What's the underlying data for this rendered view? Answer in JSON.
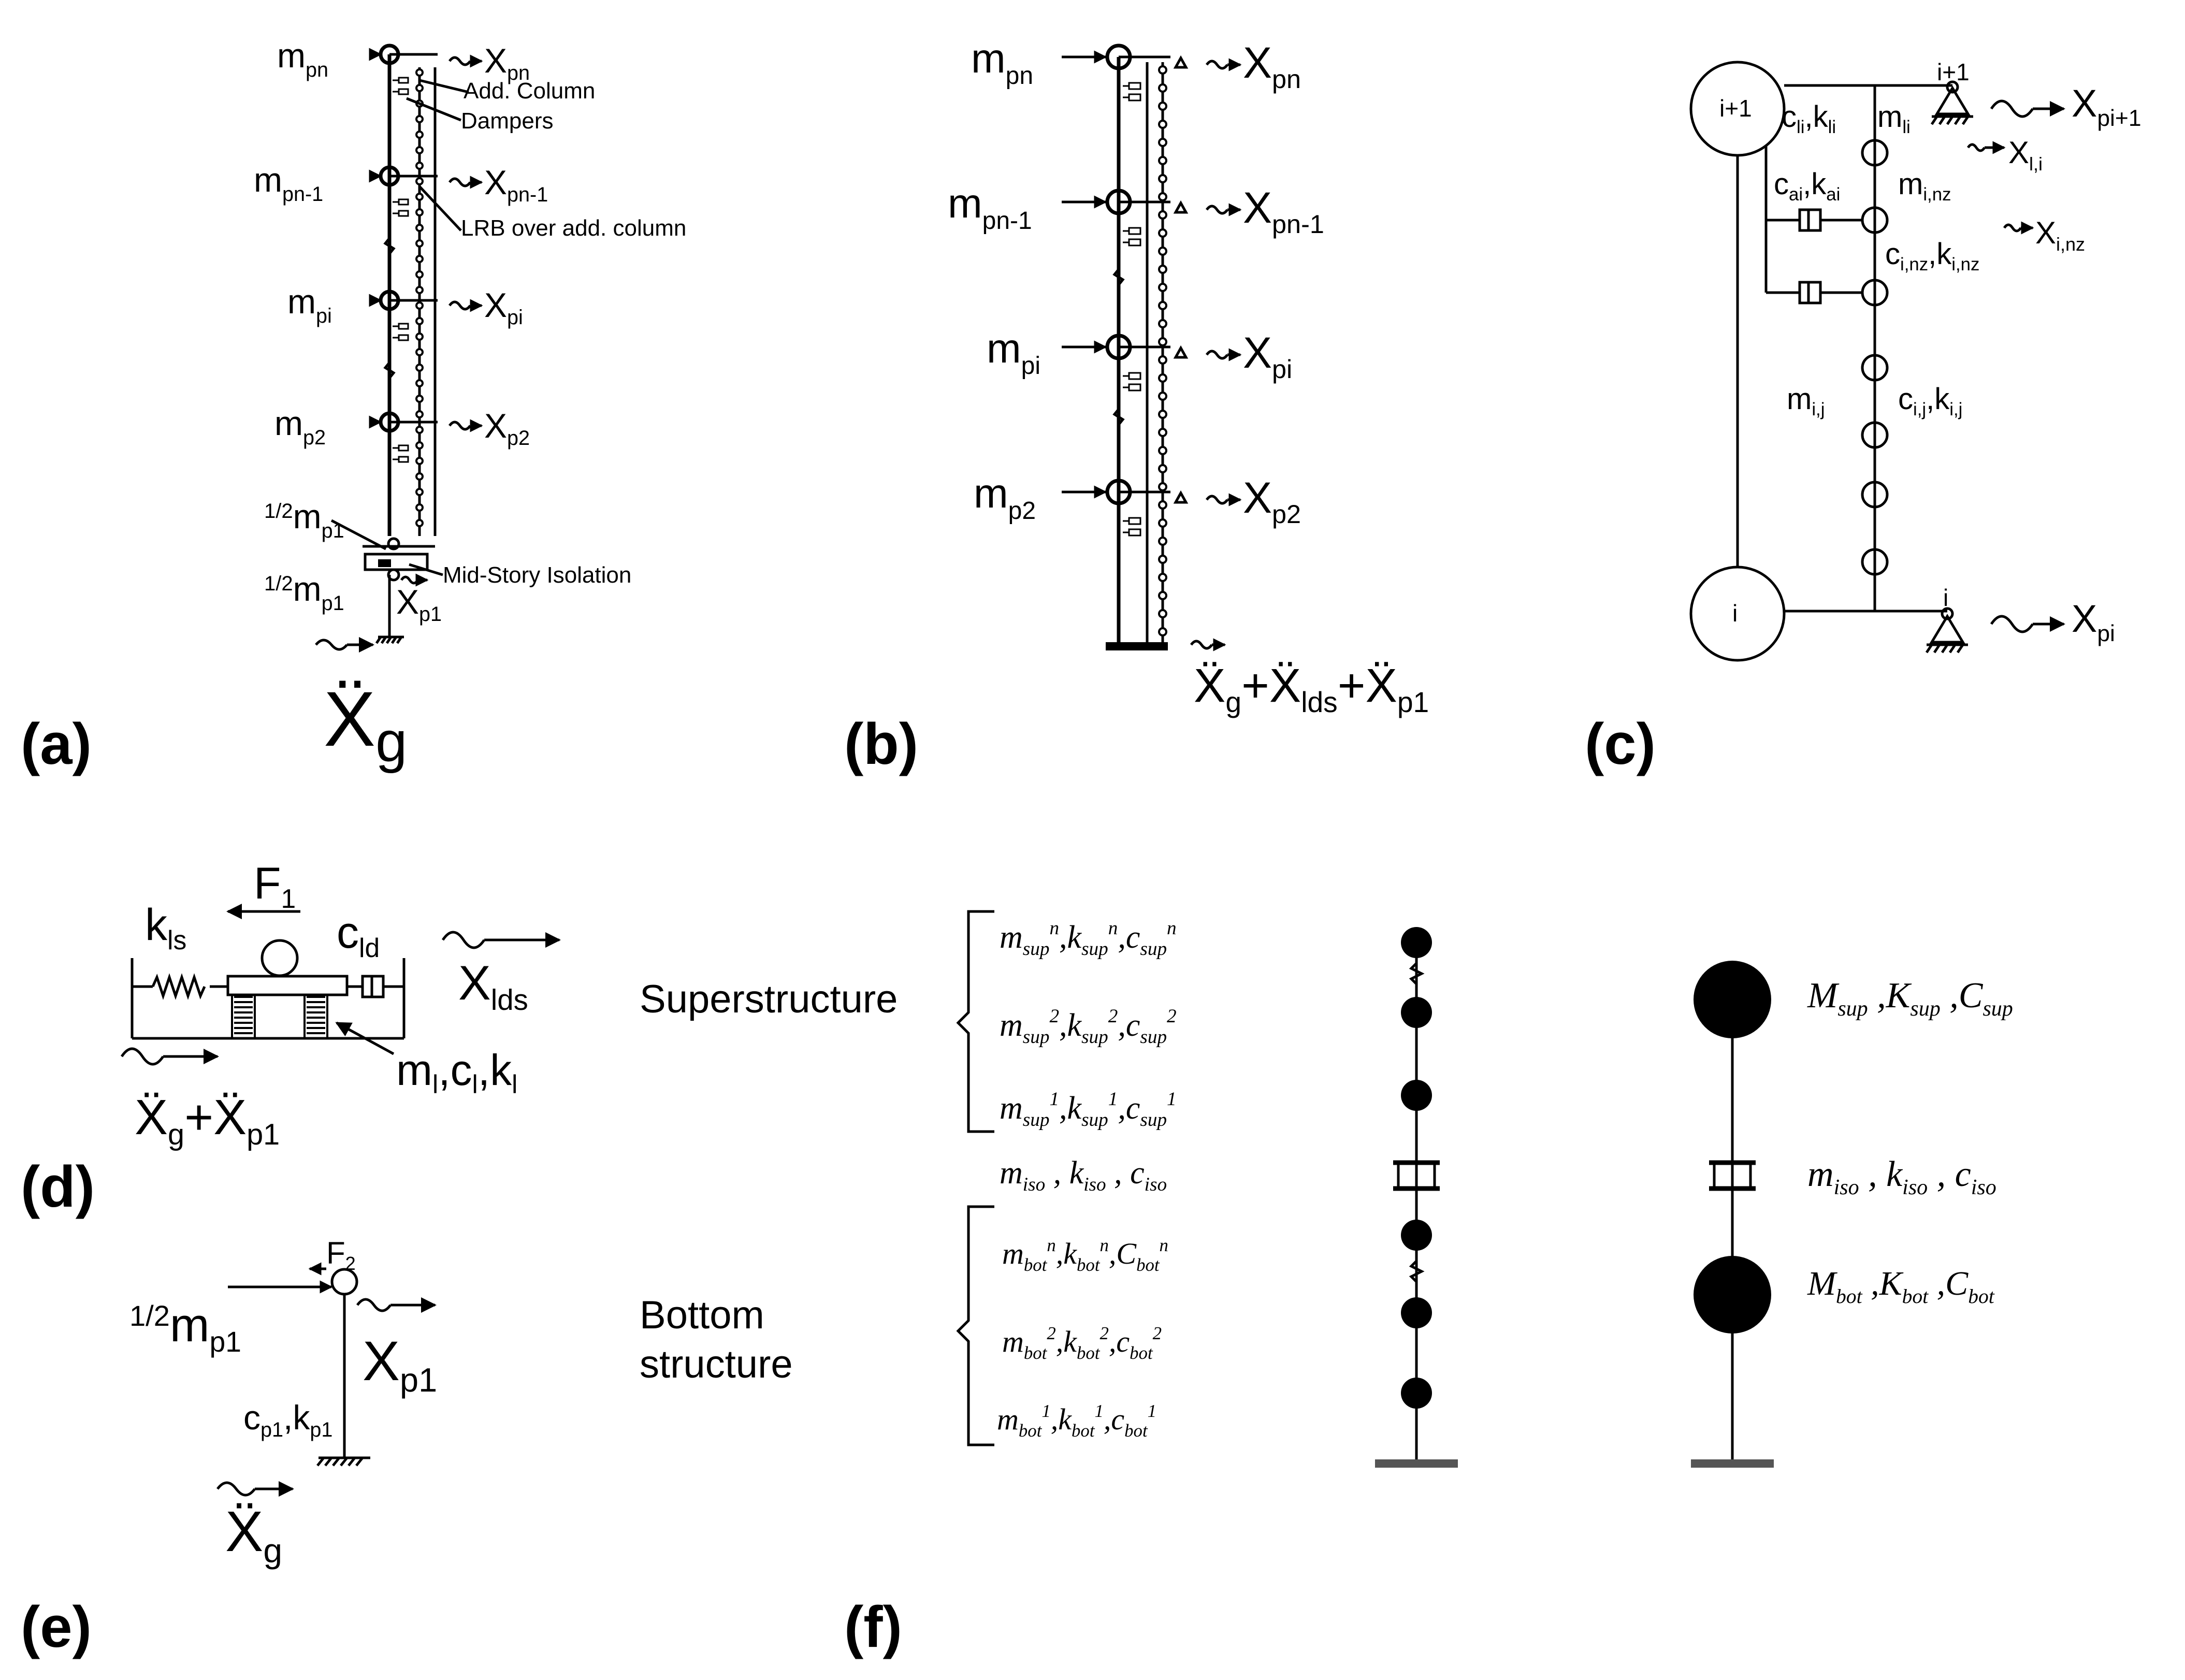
{
  "panels": {
    "a": "(a)",
    "b": "(b)",
    "c": "(c)",
    "d": "(d)",
    "e": "(e)",
    "f": "(f)"
  },
  "panel_a": {
    "m_pn": {
      "base": "m",
      "sub": "pn"
    },
    "m_pn1": {
      "base": "m",
      "sub": "pn-1"
    },
    "m_pi": {
      "base": "m",
      "sub": "pi"
    },
    "m_p2": {
      "base": "m",
      "sub": "p2"
    },
    "half_mp1_top": {
      "frac": "1/2",
      "base": "m",
      "sub": "p1"
    },
    "half_mp1_bot": {
      "frac": "1/2",
      "base": "m",
      "sub": "p1"
    },
    "x_pn": {
      "base": "X",
      "sub": "pn"
    },
    "x_pn1": {
      "base": "X",
      "sub": "pn-1"
    },
    "x_pi": {
      "base": "X",
      "sub": "pi"
    },
    "x_p2": {
      "base": "X",
      "sub": "p2"
    },
    "x_p1": {
      "base": "X",
      "sub": "p1"
    },
    "add_column": "Add. Column",
    "dampers": "Dampers",
    "lrb": "LRB over add. column",
    "mid_story": "Mid-Story Isolation",
    "xg": {
      "base": "Ẍ",
      "sub": "g"
    }
  },
  "panel_b": {
    "m_pn": {
      "base": "m",
      "sub": "pn"
    },
    "m_pn1": {
      "base": "m",
      "sub": "pn-1"
    },
    "m_pi": {
      "base": "m",
      "sub": "pi"
    },
    "m_p2": {
      "base": "m",
      "sub": "p2"
    },
    "x_pn": {
      "base": "X",
      "sub": "pn"
    },
    "x_pn1": {
      "base": "X",
      "sub": "pn-1"
    },
    "x_pi": {
      "base": "X",
      "sub": "pi"
    },
    "x_p2": {
      "base": "X",
      "sub": "p2"
    },
    "ground": {
      "a": "Ẍ",
      "as": "g",
      "plus": "+",
      "b": "Ẍ",
      "bs": "lds",
      "c": "Ẍ",
      "cs": "p1"
    }
  },
  "panel_c": {
    "node_top": "i+1",
    "node_bot": "i",
    "support_top": "i+1",
    "support_bot": "i",
    "c_li": {
      "c": "c",
      "cs": "li",
      "k": "k",
      "ks": "li"
    },
    "m_li": {
      "base": "m",
      "sub": "li"
    },
    "c_ai": {
      "c": "c",
      "cs": "ai",
      "k": "k",
      "ks": "ai"
    },
    "m_inz": {
      "base": "m",
      "sub": "i,nz"
    },
    "c_inz": {
      "c": "c",
      "cs": "i,nz",
      "k": "k",
      "ks": "i,nz"
    },
    "m_ij": {
      "base": "m",
      "sub": "i,j"
    },
    "c_ij": {
      "c": "c",
      "cs": "i,j",
      "k": "k",
      "ks": "i,j"
    },
    "x_pi1": {
      "base": "X",
      "sub": "pi+1"
    },
    "x_li": {
      "base": "X",
      "sub": "l,i"
    },
    "x_inz": {
      "base": "X",
      "sub": "i,nz"
    },
    "x_pi": {
      "base": "X",
      "sub": "pi"
    }
  },
  "panel_d": {
    "k_ls": {
      "base": "k",
      "sub": "ls"
    },
    "f1": {
      "base": "F",
      "sub": "1"
    },
    "c_ld": {
      "base": "c",
      "sub": "ld"
    },
    "x_lds": {
      "base": "X",
      "sub": "lds"
    },
    "m_l": {
      "m": "m",
      "ms": "l",
      "c": "c",
      "cs": "l",
      "k": "k",
      "ks": "l"
    },
    "ground": {
      "a": "Ẍ",
      "as": "g",
      "plus": "+",
      "b": "Ẍ",
      "bs": "p1"
    }
  },
  "panel_e": {
    "half_mp1": {
      "frac": "1/2",
      "base": "m",
      "sub": "p1"
    },
    "f2": {
      "base": "F",
      "sub": "2"
    },
    "x_p1": {
      "base": "X",
      "sub": "p1"
    },
    "c_p1": {
      "c": "c",
      "cs": "p1",
      "k": "k",
      "ks": "p1"
    },
    "xg": {
      "base": "Ẍ",
      "sub": "g"
    }
  },
  "panel_f": {
    "superstructure": "Superstructure",
    "bottom1": "Bottom",
    "bottom2": "structure",
    "sup_n": {
      "m": "m",
      "ms": "sup",
      "k": "k",
      "ks": "sup",
      "c": "c",
      "cs": "sup",
      "sup": "n"
    },
    "sup_2": {
      "m": "m",
      "ms": "sup",
      "k": "k",
      "ks": "sup",
      "c": "c",
      "cs": "sup",
      "sup": "2"
    },
    "sup_1": {
      "m": "m",
      "ms": "sup",
      "k": "k",
      "ks": "sup",
      "c": "c",
      "cs": "sup",
      "sup": "1"
    },
    "iso": {
      "m": "m",
      "ms": "iso",
      "k": "k",
      "ks": "iso",
      "c": "c",
      "cs": "iso"
    },
    "bot_n": {
      "m": "m",
      "ms": "bot",
      "k": "k",
      "ks": "bot",
      "c": "C",
      "cs": "bot",
      "sup": "n"
    },
    "bot_2": {
      "m": "m",
      "ms": "bot",
      "k": "k",
      "ks": "bot",
      "c": "c",
      "cs": "bot",
      "sup": "2"
    },
    "bot_1": {
      "m": "m",
      "ms": "bot",
      "k": "k",
      "ks": "bot",
      "c": "c",
      "cs": "bot",
      "sup": "1"
    },
    "M_sup": {
      "m": "M",
      "ms": "sup",
      "k": "K",
      "ks": "sup",
      "c": "C",
      "cs": "sup"
    },
    "iso_r": {
      "m": "m",
      "ms": "iso",
      "k": "k",
      "ks": "iso",
      "c": "c",
      "cs": "iso"
    },
    "M_bot": {
      "m": "M",
      "ms": "bot",
      "k": "K",
      "ks": "bot",
      "c": "C",
      "cs": "bot"
    }
  }
}
